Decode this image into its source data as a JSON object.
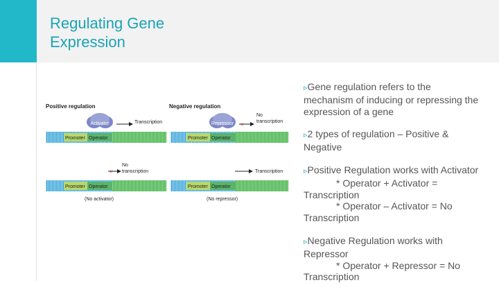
{
  "slide": {
    "title_line1": "Regulating Gene",
    "title_line2": "Expression"
  },
  "diagram": {
    "positive_heading": "Positive regulation",
    "negative_heading": "Negative regulation",
    "activator": "Activator",
    "repressor": "Repressor",
    "transcription": "Transcription",
    "no": "No",
    "transcription_lower": "transcription",
    "promoter": "Promoter",
    "operator": "Operator",
    "no_activator": "(No activator)",
    "no_repressor": "(No repressor)"
  },
  "bullets": [
    {
      "arrow": "▹",
      "lines": [
        "Gene regulation refers to the",
        "mechanism of inducing or repressing the",
        "expression of a gene"
      ]
    },
    {
      "arrow": "▹",
      "lines": [
        "2 types of regulation – Positive &",
        "Negative"
      ]
    },
    {
      "arrow": "▹",
      "lines": [
        "Positive Regulation works with Activator"
      ],
      "subs": [
        "* Operator + Activator =",
        "Transcription",
        "* Operator – Activator = No",
        "Transcription"
      ]
    },
    {
      "arrow": "▹",
      "lines": [
        "Negative Regulation works with",
        "Repressor"
      ],
      "subs": [
        "* Operator + Repressor = No",
        "Transcription"
      ]
    }
  ],
  "colors": {
    "accent": "#1aa3b5",
    "teal_block": "#22b7c9",
    "promoter": "#b8d86c",
    "operator": "#5ab46a",
    "gene": "#3cb043",
    "blob": "#7e88c8"
  }
}
